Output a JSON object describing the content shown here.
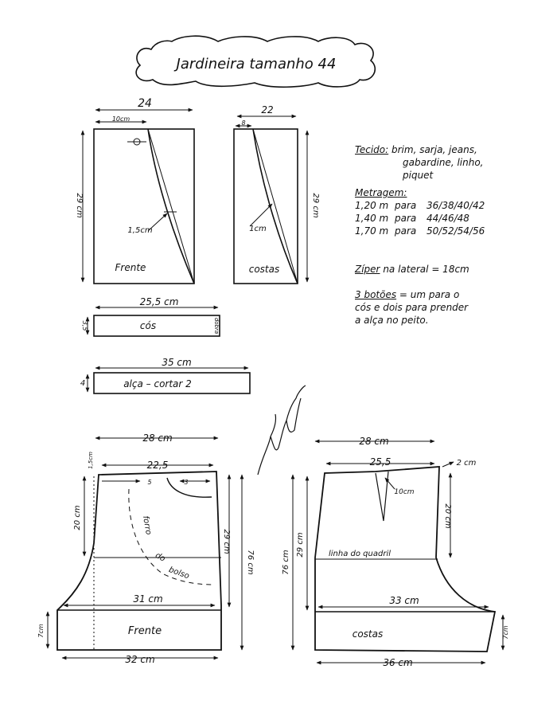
{
  "title": "Jardineira tamanho 44",
  "bib_front": {
    "width": "24",
    "inner_width": "10cm",
    "height": "29 cm",
    "offset": "1,5cm",
    "label": "Frente"
  },
  "bib_back": {
    "width": "22",
    "inner_width": "8",
    "height": "29 cm",
    "offset": "1cm",
    "label": "costas"
  },
  "waistband": {
    "length": "25,5 cm",
    "height": "3,5",
    "side": "dobra",
    "label": "cós"
  },
  "strap": {
    "length": "35 cm",
    "height": "4",
    "label": "alça – cortar 2"
  },
  "notes": {
    "fabric_label": "Tecido:",
    "fabric_line1": "brim, sarja, jeans,",
    "fabric_line2": "gabardine, linho,",
    "fabric_line3": "piquet",
    "yardage_label": "Metragem:",
    "yardage": [
      {
        "amount": "1,20 m",
        "for": "para",
        "sizes": "36/38/40/42"
      },
      {
        "amount": "1,40 m",
        "for": "para",
        "sizes": "44/46/48"
      },
      {
        "amount": "1,70 m",
        "for": "para",
        "sizes": "50/52/54/56"
      }
    ],
    "zipper_label": "Zíper",
    "zipper_text": "na lateral = 18cm",
    "buttons_label": "3 botões",
    "buttons_line1": "= um para o",
    "buttons_line2": "cós e dois para prender",
    "buttons_line3": "a alça no peito."
  },
  "signature": "Marlene Mukai",
  "short_front": {
    "width_top": "28 cm",
    "waist": "22,5",
    "dart_a": "5",
    "dart_b": "3",
    "side_corner": "1,5cm",
    "rise": "20 cm",
    "outseam": "29 cm",
    "total": "76 cm",
    "hip": "31 cm",
    "hem_height": "7cm",
    "hem": "32 cm",
    "label": "Frente",
    "fly_a": "forro",
    "fly_b": "do",
    "fly_c": "bolso"
  },
  "short_back": {
    "width_top": "28 cm",
    "waist": "25,5",
    "corner": "2 cm",
    "dart": "10cm",
    "rise": "20 cm",
    "outseam": "29 cm",
    "total": "76 cm",
    "hip_line": "linha do quadril",
    "hip": "33 cm",
    "hem_height": "7cm",
    "hem": "36 cm",
    "label": "costas"
  }
}
